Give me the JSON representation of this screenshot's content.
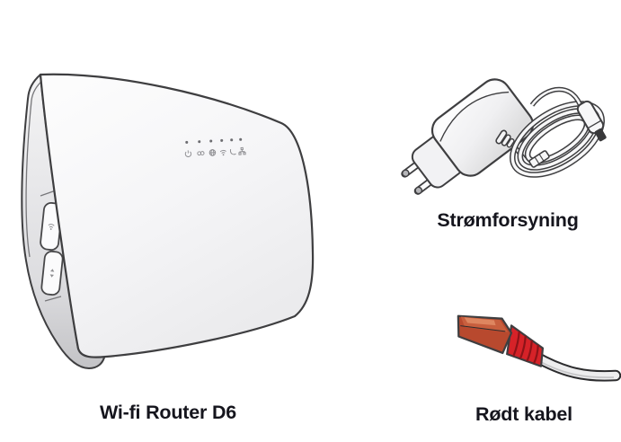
{
  "labels": {
    "router": "Wi-fi Router D6",
    "power_supply": "Strømforsyning",
    "red_cable": "Rødt kabel"
  },
  "router": {
    "led_indicators": [
      "power",
      "broadband",
      "internet",
      "wifi",
      "phone",
      "lan"
    ],
    "side_buttons": [
      "wifi",
      "wps"
    ]
  },
  "colors": {
    "label_text": "#15151d",
    "outline": "#3e3e40",
    "cable_red": "#d62228",
    "cable_red_dark": "#8c1318",
    "connector_red": "#b8492e",
    "connector_red_light": "#c85f3e",
    "connector_highlight": "#de8660",
    "device_shade": "#c9c9cc",
    "background": "#ffffff"
  }
}
